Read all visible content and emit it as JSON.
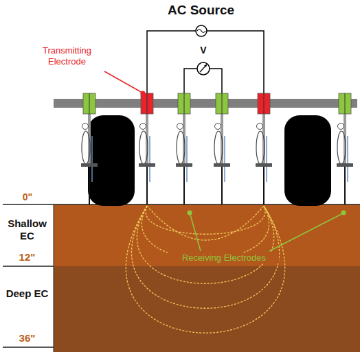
{
  "diagram": {
    "nodes": [
      {
        "text": [
          "Shallow EC",
          "12\""
        ]
      },
      {
        "text": [
          "Deep EC",
          "36\""
        ]
      }
    ],
    "labels": [
      "AC Source",
      "V",
      "Transmitting Electrode",
      "0\"",
      "Receiving Electrodes"
    ]
  }
}
